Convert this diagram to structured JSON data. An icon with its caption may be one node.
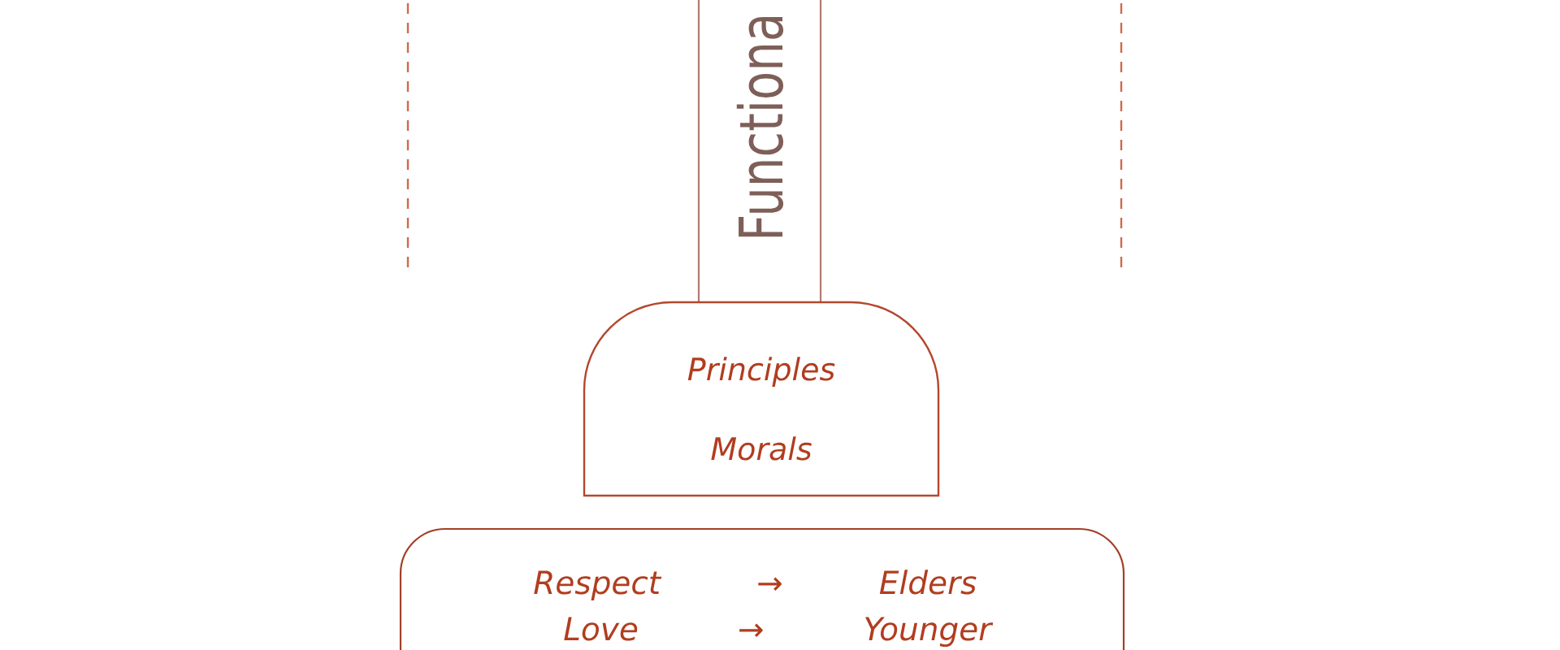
{
  "diagram": {
    "nodes": [
      {
        "text": [
          "Functiona"
        ]
      },
      {
        "text": [
          "Principles",
          "Morals"
        ]
      },
      {
        "text": [
          "Respect → Elders",
          "Love → Younger"
        ]
      }
    ]
  }
}
